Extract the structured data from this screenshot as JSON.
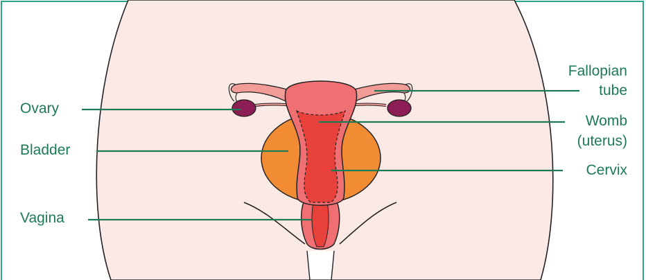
{
  "labels": {
    "ovary": "Ovary",
    "bladder": "Bladder",
    "vagina": "Vagina",
    "fallopian_tube_line1": "Fallopian",
    "fallopian_tube_line2": "tube",
    "womb_line1": "Womb",
    "womb_line2": "(uterus)",
    "cervix": "Cervix"
  },
  "colors": {
    "frame": "#2fa48c",
    "leader_line": "#1c7a55",
    "label_text": "#1c7a55",
    "skin": "#fbe9e6",
    "body_outline": "#222222",
    "uterus": "#ef6f73",
    "uterus_inner": "#e8403a",
    "bladder": "#f28c34",
    "ovary": "#8d1d55",
    "tube": "#f19c97"
  }
}
